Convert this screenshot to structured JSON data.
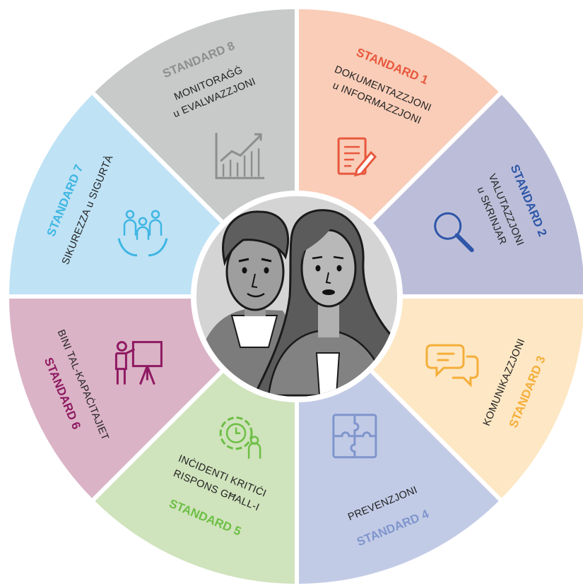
{
  "segments": [
    {
      "standard": "STANDARD 1",
      "lines": [
        "DOKUMENTAZZJONI",
        "u INFORMAZZJONI"
      ],
      "icon": "document-edit-icon",
      "fill": "#f9cdb8",
      "accent": "#e8583d"
    },
    {
      "standard": "STANDARD 2",
      "lines": [
        "VALUTAZZJONI",
        "u SKRINJAR"
      ],
      "icon": "magnifier-icon",
      "fill": "#bcbed9",
      "accent": "#2e56a8"
    },
    {
      "standard": "STANDARD 3",
      "lines": [
        "KOMUNIKAZZJONI"
      ],
      "icon": "speech-bubbles-icon",
      "fill": "#fde7c4",
      "accent": "#f5ae3a"
    },
    {
      "standard": "STANDARD 4",
      "lines": [
        "PREVENZJONI"
      ],
      "icon": "puzzle-icon",
      "fill": "#c2cbe6",
      "accent": "#7f95cc"
    },
    {
      "standard": "STANDARD 5",
      "lines": [
        "RISPONS GĦALL-I",
        "INĊIDENTI KRITIĊI"
      ],
      "icon": "gear-clock-person-icon",
      "fill": "#cfe3bc",
      "accent": "#6cbf45"
    },
    {
      "standard": "STANDARD 6",
      "lines": [
        "BINI TAL-KAPAĊITAJIET"
      ],
      "icon": "presenter-board-icon",
      "fill": "#dbb3c6",
      "accent": "#8e1a62"
    },
    {
      "standard": "STANDARD 7",
      "lines": [
        "SIKUREZZA u SIGURTÀ"
      ],
      "icon": "people-hands-icon",
      "fill": "#bfe2f5",
      "accent": "#3fb6e3"
    },
    {
      "standard": "STANDARD 8",
      "lines": [
        "MONITORAĠĠ",
        "u EVALWAZZJONI"
      ],
      "icon": "growth-chart-icon",
      "fill": "#c8c9c9",
      "accent": "#8e8e8e"
    }
  ],
  "center": {
    "image": "man-and-woman-illustration",
    "fill": "#d4d4d4"
  }
}
